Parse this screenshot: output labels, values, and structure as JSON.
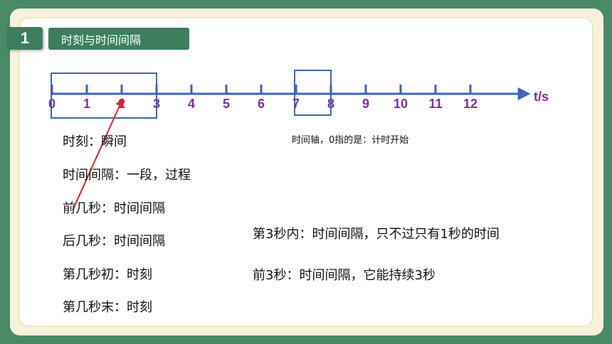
{
  "section": {
    "number": "1",
    "title": "时刻与时间间隔"
  },
  "axis": {
    "ticks": [
      "0",
      "1",
      "2",
      "3",
      "4",
      "5",
      "6",
      "7",
      "8",
      "9",
      "10",
      "11",
      "12"
    ],
    "unit_label": "t/s",
    "note": "时间轴，0指的是：计时开始"
  },
  "left_lines": [
    "时刻：瞬间",
    "时间间隔：一段，过程",
    "前几秒：时间间隔",
    "后几秒：时间间隔",
    "第几秒初：时刻",
    "第几秒末：时刻"
  ],
  "right_lines": [
    "第3秒内：时间间隔，只不过只有1秒的时间",
    "前3秒：时间间隔，它能持续3秒"
  ],
  "colors": {
    "background": "#4a8a67",
    "header_green": "#3d7e5e",
    "axis_blue": "#3f64b5",
    "tick_label_purple": "#7b2fa3",
    "arrow_red": "#e8202a"
  }
}
